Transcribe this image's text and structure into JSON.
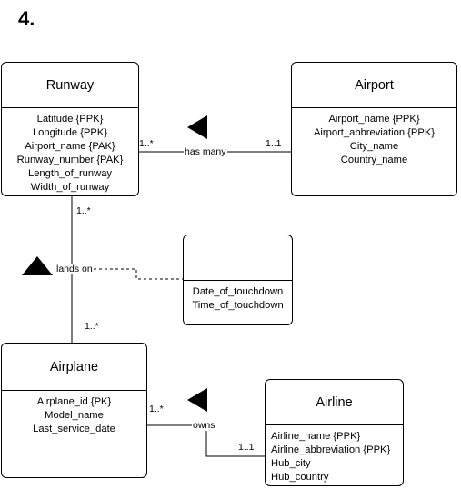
{
  "heading": "4.",
  "entities": {
    "runway": {
      "name": "Runway",
      "attributes": [
        "Latitude {PPK}",
        "Longitude {PPK}",
        "Airport_name {PAK}",
        "Runway_number {PAK}",
        "Length_of_runway",
        "Width_of_runway"
      ]
    },
    "airport": {
      "name": "Airport",
      "attributes": [
        "Airport_name {PPK}",
        "Airport_abbreviation {PPK}",
        "City_name",
        "Country_name"
      ]
    },
    "touchdown": {
      "name": "",
      "attributes": [
        "Date_of_touchdown",
        "Time_of_touchdown"
      ]
    },
    "airplane": {
      "name": "Airplane",
      "attributes": [
        "Airplane_id {PK}",
        "Model_name",
        "Last_service_date"
      ]
    },
    "airline": {
      "name": "Airline",
      "attributes": [
        "Airline_name {PPK}",
        "Airline_abbreviation {PPK}",
        "Hub_city",
        "Hub_country"
      ]
    }
  },
  "relationships": {
    "has_many": {
      "label": "has many",
      "mult_runway": "1..*",
      "mult_airport": "1..1",
      "direction": "left"
    },
    "lands_on": {
      "label": "lands on",
      "mult_runway": "1..*",
      "mult_airplane": "1..*",
      "direction": "up"
    },
    "owns": {
      "label": "owns",
      "mult_airplane": "1..*",
      "mult_airline": "1..1",
      "direction": "left"
    }
  }
}
